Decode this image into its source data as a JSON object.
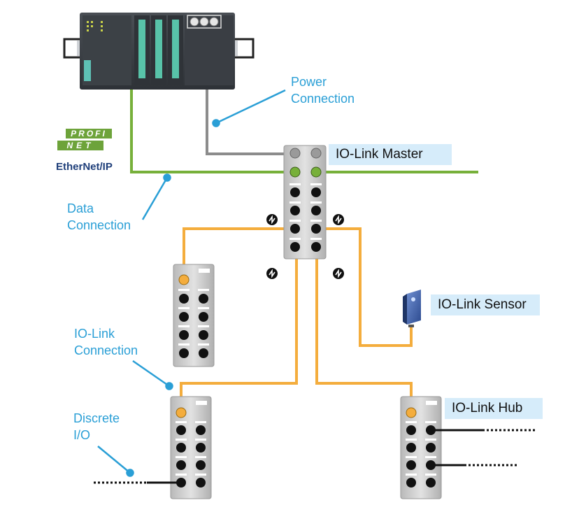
{
  "labels": {
    "power_line1": "Power",
    "power_line2": "Connection",
    "data_line1": "Data",
    "data_line2": "Connection",
    "iolink_line1": "IO-Link",
    "iolink_line2": "Connection",
    "discrete_line1": "Discrete",
    "discrete_line2": "I/O"
  },
  "tags": {
    "master": "IO-Link Master",
    "sensor": "IO-Link Sensor",
    "hub": "IO-Link Hub"
  },
  "logos": {
    "profi_top": "PROFI",
    "profi_bottom": "NET",
    "ethernet_ip": "EtherNet/IP"
  },
  "colors": {
    "data_line": "#77b03a",
    "power_line": "#8c8c8c",
    "iolink_line": "#f4ad3d",
    "callout": "#2a9fd6",
    "tag_bg": "#d6ecfa",
    "profinet_green": "#6da33a"
  }
}
